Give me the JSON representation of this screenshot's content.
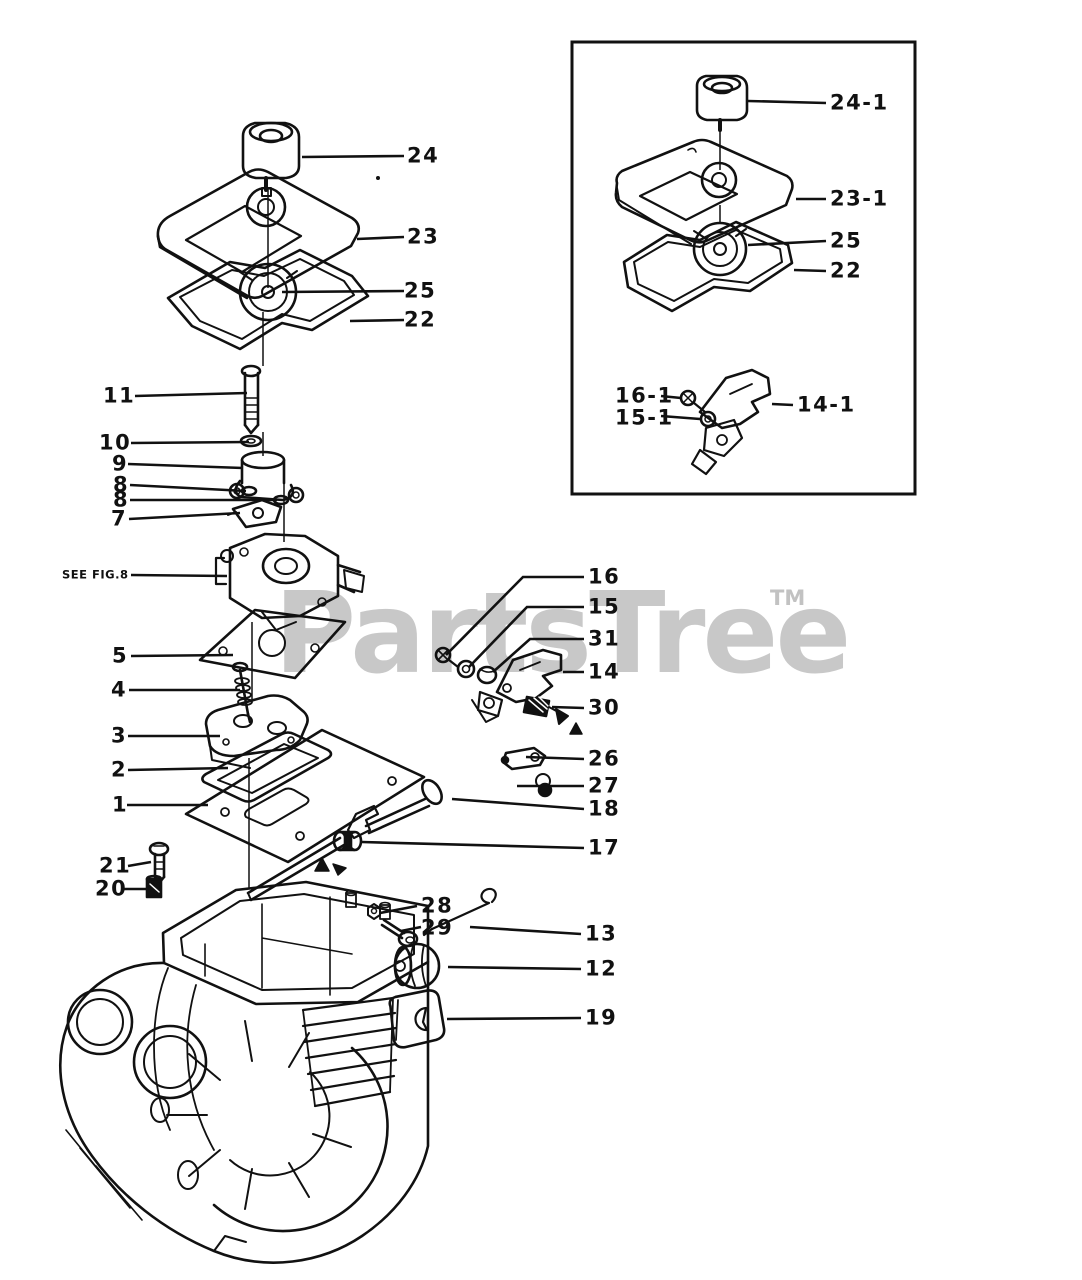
{
  "watermark": {
    "text": "PartsTree",
    "tm": "TM"
  },
  "colors": {
    "background": "#ffffff",
    "line": "#111111",
    "watermark": "#c8c8c8"
  },
  "labels": {
    "n24": "24",
    "n23": "23",
    "n25": "25",
    "n22": "22",
    "n11": "11",
    "n10": "10",
    "n9": "9",
    "n8a": "8",
    "n8b": "8",
    "n7": "7",
    "see_fig": "SEE FIG.8",
    "n16": "16",
    "n15": "15",
    "n31": "31",
    "n14": "14",
    "n30": "30",
    "n5": "5",
    "n4": "4",
    "n3": "3",
    "n2": "2",
    "n1": "1",
    "n26": "26",
    "n27": "27",
    "n18": "18",
    "n17": "17",
    "n21": "21",
    "n20": "20",
    "n28": "28",
    "n29": "29",
    "n13": "13",
    "n12": "12",
    "n19": "19",
    "i24": "24-1",
    "i23": "23-1",
    "i25": "25",
    "i22": "22",
    "i16": "16-1",
    "i15": "15-1",
    "i14": "14-1"
  }
}
